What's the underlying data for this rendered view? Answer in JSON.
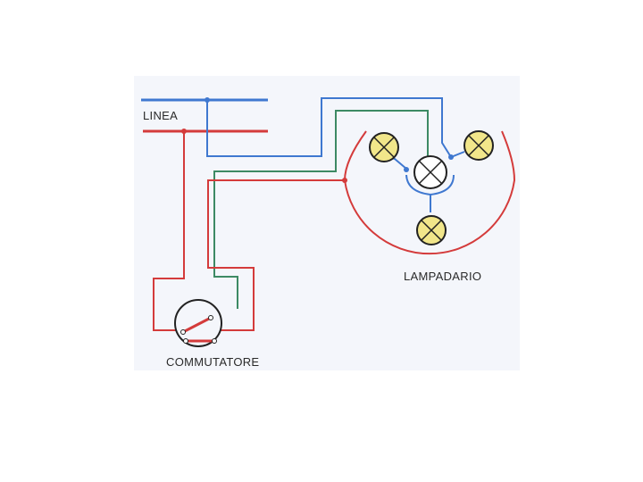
{
  "labels": {
    "line": "LINEA",
    "chandelier": "LAMPADARIO",
    "switch": "COMMUTATORE"
  },
  "colors": {
    "paper": "#f4f6fb",
    "wire_blue": "#3f78d0",
    "wire_red": "#d43b3b",
    "wire_green": "#3d8a64",
    "lamp_fill": "#f1e68a",
    "lamp_center_fill": "#ffffff",
    "outline": "#222222"
  },
  "components": {
    "line_wires": [
      "blue",
      "red"
    ],
    "lamps": [
      "lamp-left",
      "lamp-center",
      "lamp-right",
      "lamp-bottom"
    ],
    "switch": "changeover-switch"
  }
}
